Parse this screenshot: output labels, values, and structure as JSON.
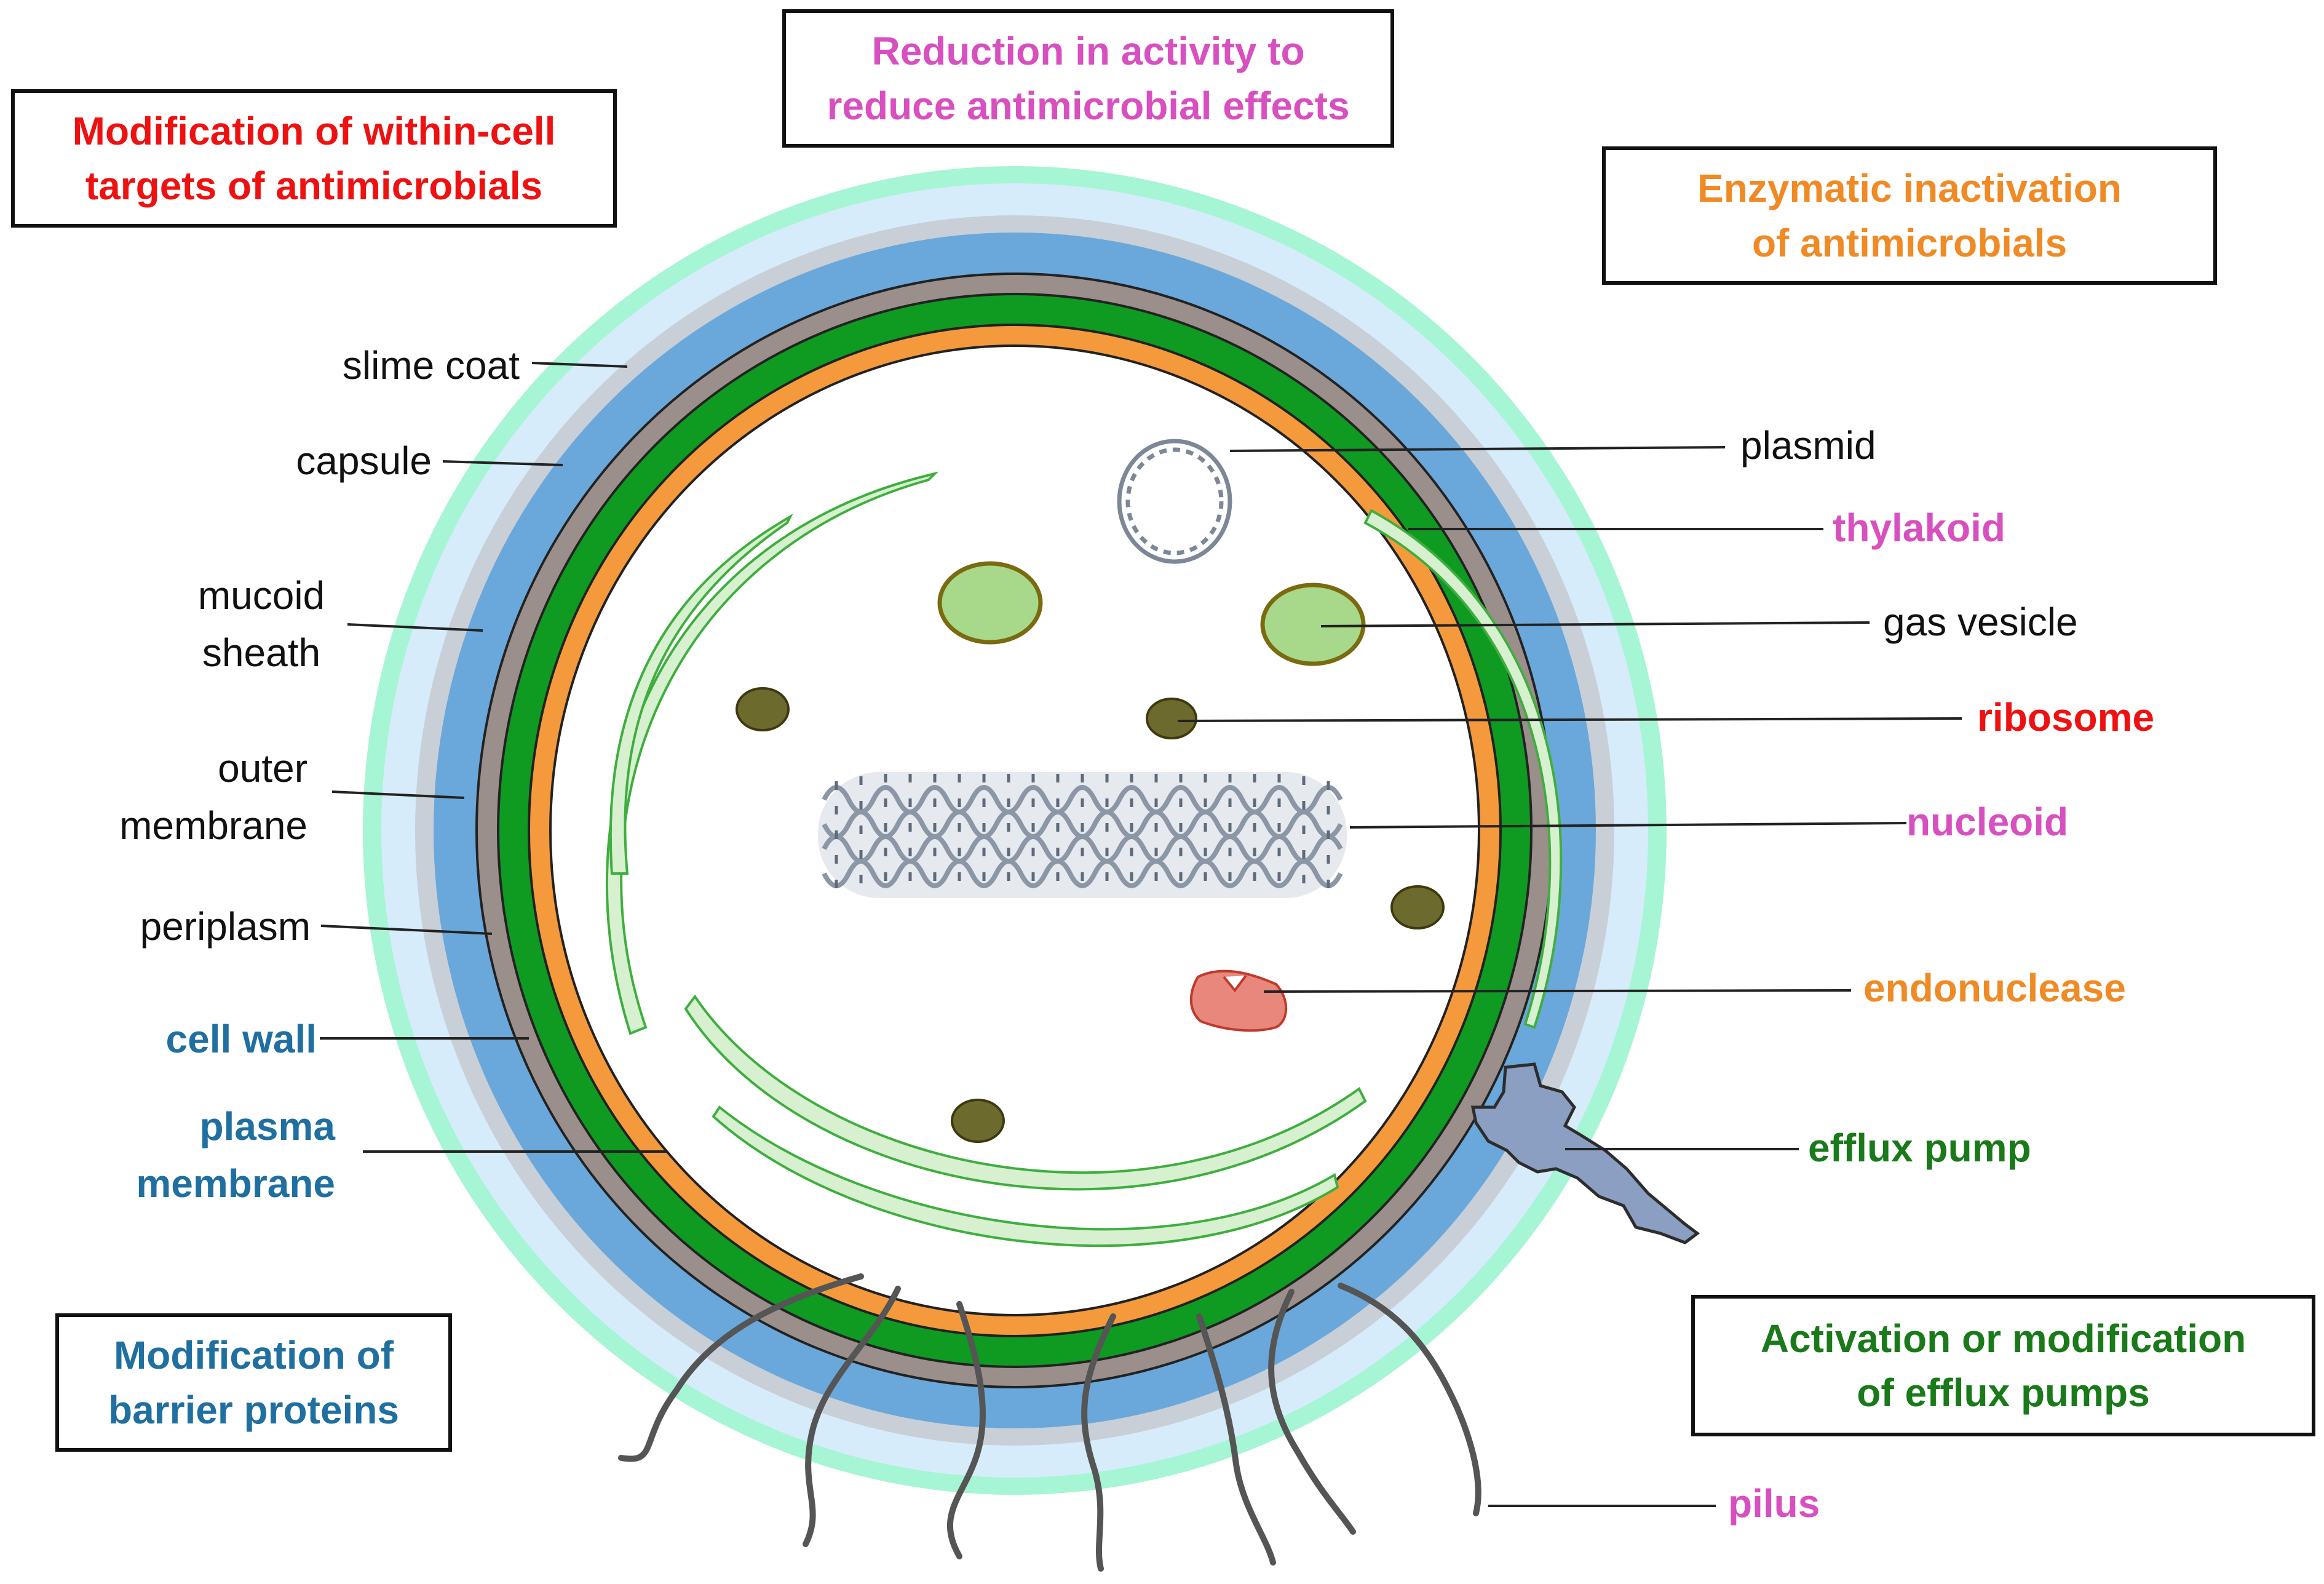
{
  "boxes": {
    "within_cell_targets": {
      "line1": "Modification of within-cell",
      "line2": "targets of antimicrobials",
      "color": "#ee1111"
    },
    "reduction_activity": {
      "line1": "Reduction in activity to",
      "line2": "reduce antimicrobial effects",
      "color": "#d84fc0"
    },
    "enzymatic_inactivation": {
      "line1": "Enzymatic inactivation",
      "line2": "of antimicrobials",
      "color": "#f08a24"
    },
    "barrier_proteins": {
      "line1": "Modification of",
      "line2": "barrier proteins",
      "color": "#1f6fa0"
    },
    "efflux_activation": {
      "line1": "Activation or modification",
      "line2": "of efflux pumps",
      "color": "#1a7a1a"
    }
  },
  "left_labels": {
    "slime_coat": "slime coat",
    "capsule": "capsule",
    "mucoid_sheath": {
      "line1": "mucoid",
      "line2": "sheath"
    },
    "outer_membrane": {
      "line1": "outer",
      "line2": "membrane"
    },
    "periplasm": "periplasm",
    "cell_wall": "cell wall",
    "plasma_membrane": {
      "line1": "plasma",
      "line2": "membrane"
    }
  },
  "right_labels": {
    "plasmid": "plasmid",
    "thylakoid": "thylakoid",
    "gas_vesicle": "gas vesicle",
    "ribosome": "ribosome",
    "nucleoid": "nucleoid",
    "endonuclease": "endonuclease",
    "efflux_pump": "efflux pump",
    "pilus": "pilus"
  },
  "colors": {
    "label_black": "#111111",
    "label_blue": "#1f6fa0",
    "label_magenta": "#d84fc0",
    "label_red": "#ee1111",
    "label_orange": "#f08a24",
    "label_green": "#1a7a1a",
    "slime_coat": "#a6f5d4",
    "capsule": "#d6ecfb",
    "mucoid_sheath": "#c9cfd6",
    "outer_membrane": "#6aa8db",
    "periplasm": "#9a8f8b",
    "cell_wall": "#0f9a22",
    "plasma_membrane": "#f59a3c",
    "thylakoid": "#d7f0cf",
    "gas_vesicle": "#a8d88a",
    "ribosome": "#6d6a2e",
    "endonuclease": "#e8877b",
    "efflux_pump": "#8a9fc2",
    "nucleoid": "#8b96a6"
  }
}
